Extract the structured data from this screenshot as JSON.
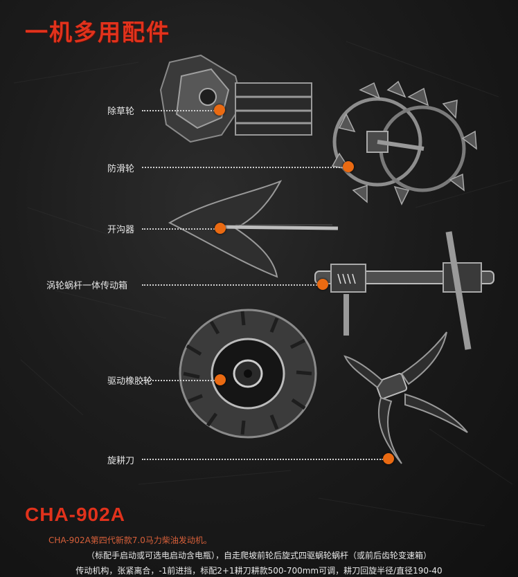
{
  "header": {
    "title": "一机多用配件"
  },
  "parts": [
    {
      "label": "除草轮",
      "icon": "weeding-wheel-icon"
    },
    {
      "label": "防滑轮",
      "icon": "antiskid-wheel-icon"
    },
    {
      "label": "开沟器",
      "icon": "furrow-opener-icon"
    },
    {
      "label": "涡轮蜗杆一体传动箱",
      "icon": "worm-gearbox-icon"
    },
    {
      "label": "驱动橡胶轮",
      "icon": "rubber-tire-icon"
    },
    {
      "label": "旋耕刀",
      "icon": "rotary-blade-icon"
    }
  ],
  "product": {
    "model": "CHA-902A",
    "line1": "CHA-902A第四代新款7.0马力柴油发动机。",
    "line2": "（标配手启动或可选电启动含电瓶），自走爬坡前轮后旋式四驱蜗轮蜗杆（或前后齿轮变速箱）",
    "line3": "传动机构，张紧离合，-1前进挡，标配2+1耕刀耕款500-700mm可调，耕刀回旋半径/直径190-40"
  },
  "colors": {
    "accent": "#e1321c",
    "marker": "#ea6a12",
    "background": "#141414"
  }
}
